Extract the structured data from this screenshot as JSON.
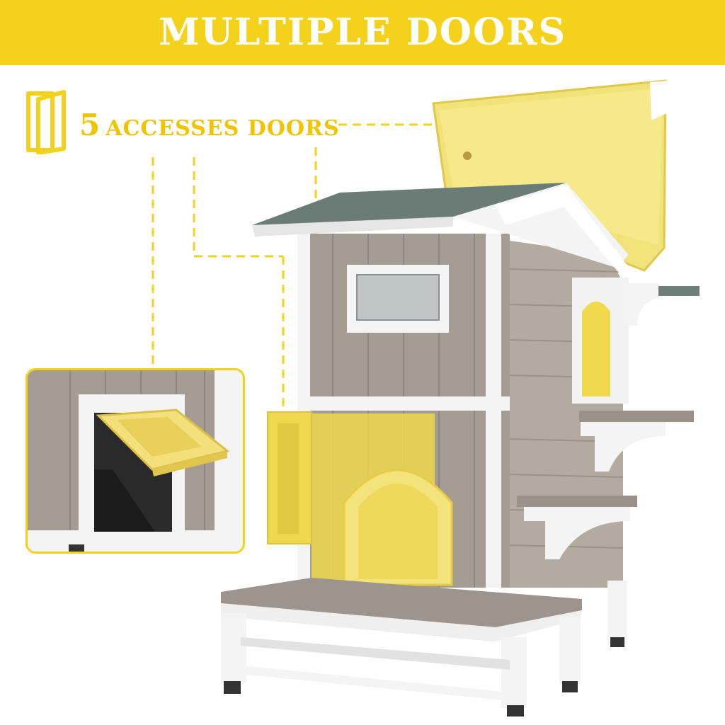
{
  "header": {
    "title": "MULTIPLE DOORS"
  },
  "callout": {
    "number": "5",
    "text": "ACCESSES DOORS"
  },
  "icons": [
    "door-outline-icon"
  ],
  "colors": {
    "accent": "#f4d21c",
    "callout_text": "#f1c400",
    "house_wall": "#a89f95",
    "roof": "#74857f",
    "trim": "#f4f4f4"
  }
}
